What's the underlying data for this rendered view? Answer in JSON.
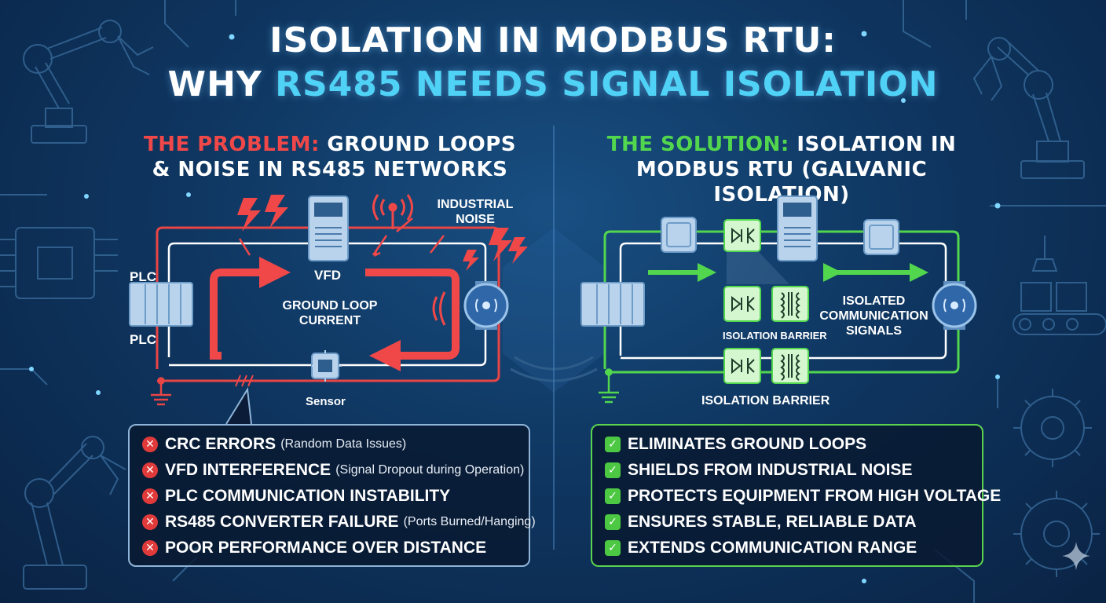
{
  "title": {
    "line1": "ISOLATION IN MODBUS RTU:",
    "line2_prefix": "WHY ",
    "line2_highlight": "RS485 NEEDS SIGNAL ISOLATION"
  },
  "problem": {
    "heading_prefix": "THE PROBLEM:",
    "heading_rest": " GROUND LOOPS",
    "heading_line2": "& NOISE IN RS485 NETWORKS",
    "labels": {
      "plc_top": "PLC",
      "plc_bottom": "PLC",
      "vfd": "VFD",
      "industrial_noise_1": "INDUSTRIAL",
      "industrial_noise_2": "NOISE",
      "ground_loop_1": "GROUND LOOP",
      "ground_loop_2": "CURRENT",
      "sensor": "Sensor"
    },
    "issues": [
      {
        "text": "CRC ERRORS",
        "detail": "(Random Data Issues)"
      },
      {
        "text": "VFD INTERFERENCE",
        "detail": "(Signal Dropout during Operation)"
      },
      {
        "text": "PLC COMMUNICATION INSTABILITY",
        "detail": ""
      },
      {
        "text": "RS485 CONVERTER FAILURE",
        "detail": "(Ports Burned/Hanging)"
      },
      {
        "text": "POOR PERFORMANCE OVER DISTANCE",
        "detail": ""
      }
    ]
  },
  "solution": {
    "heading_prefix": "THE SOLUTION:",
    "heading_rest": " ISOLATION IN",
    "heading_line2": "MODBUS RTU (GALVANIC ISOLATION)",
    "labels": {
      "isolated_1": "ISOLATED",
      "isolated_2": "COMMUNICATION",
      "isolated_3": "SIGNALS",
      "barrier_small": "ISOLATION BARRIER",
      "barrier_large": "ISOLATION BARRIER"
    },
    "benefits": [
      {
        "text": "ELIMINATES GROUND LOOPS"
      },
      {
        "text": "SHIELDS FROM INDUSTRIAL NOISE"
      },
      {
        "text": "PROTECTS EQUIPMENT FROM HIGH VOLTAGE"
      },
      {
        "text": "ENSURES STABLE, RELIABLE DATA"
      },
      {
        "text": "EXTENDS COMMUNICATION RANGE"
      }
    ]
  },
  "icons": {
    "problem_mark": "cross-icon",
    "solution_mark": "check-icon"
  },
  "colors": {
    "background": "#0f3762",
    "problem_red": "#f04848",
    "solution_green": "#52d64e",
    "title_accent": "#4fd2f5"
  }
}
